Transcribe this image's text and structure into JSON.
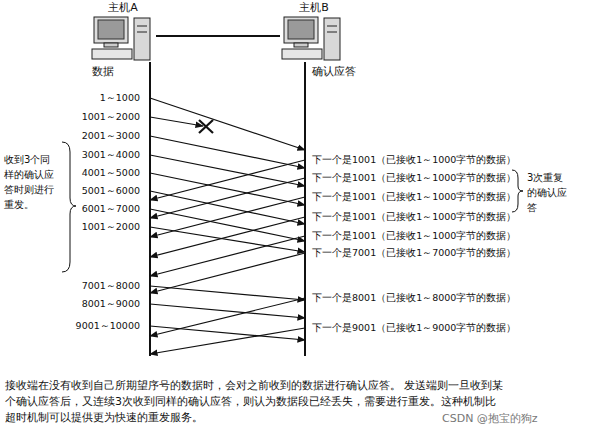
{
  "diagram": {
    "caption": "接收端在没有收到自己所期望序号的数据时，会对之前收到的数据进行确认应答。 发送端则一旦收到某个确认应答后，又连续3次收到同样的确认应答，则认为数据段已经丢失，需要进行重发。这种机制比超时机制可以提供更为快速的重发服务。",
    "nodes": [
      {
        "text": [
          "主机A"
        ]
      },
      {
        "text": [
          "主机B"
        ]
      }
    ],
    "edges": [
      {
        "from": 0,
        "to": 1,
        "arrow": "none"
      }
    ],
    "labels": [
      "数据",
      "1～1000",
      "1001～2000",
      "2001～3000",
      "3001～4000",
      "4001～5000",
      "5001～6000",
      "6001～7000",
      "1001～2000",
      "7001～8000",
      "8001～9000",
      "9001～10000",
      "确认应答",
      "下一个是1001（已接收1～1000字节的数据）",
      "下一个是1001（已接收1～1000字节的数据）",
      "下一个是1001（已接收1～1000字节的数据）",
      "下一个是1001（已接收1～1000字节的数据）",
      "下一个是1001（已接收1～1000字节的数据）",
      "下一个是7001（已接收1～7000字节的数据）",
      "下一个是8001（已接收1～8000字节的数据）",
      "下一个是9001（已接收1～9000字节的数据）",
      "3次重复的确认应答",
      "收到3个同样的确认应答时则进行重发。",
      "CSDN @抱宝的狗z"
    ]
  }
}
